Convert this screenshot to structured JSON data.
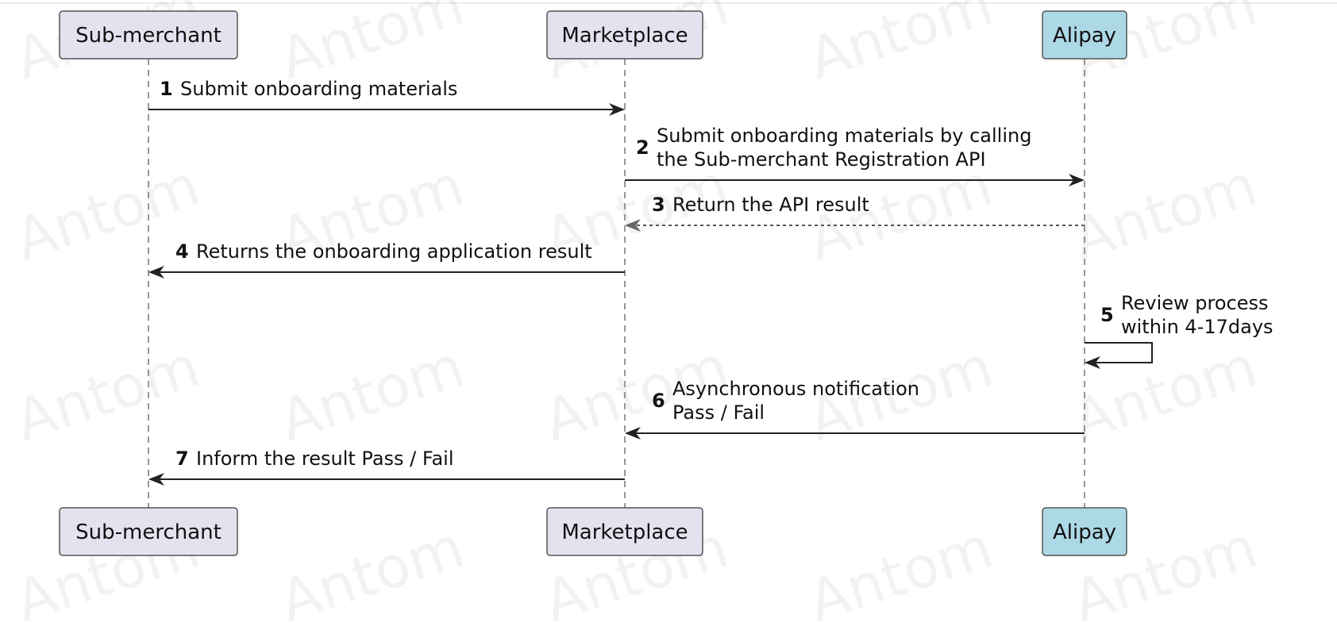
{
  "participants": [
    {
      "id": "sub",
      "label": "Sub-merchant",
      "fill": "#e3e3f0"
    },
    {
      "id": "mkt",
      "label": "Marketplace",
      "fill": "#e3e3f0"
    },
    {
      "id": "ali",
      "label": "Alipay",
      "fill": "#add8e6"
    }
  ],
  "messages": [
    {
      "num": "1",
      "from": "sub",
      "to": "mkt",
      "style": "solid",
      "lines": [
        "Submit onboarding materials"
      ]
    },
    {
      "num": "2",
      "from": "mkt",
      "to": "ali",
      "style": "solid",
      "lines": [
        "Submit onboarding materials by calling",
        " the Sub-merchant Registration API"
      ]
    },
    {
      "num": "3",
      "from": "ali",
      "to": "mkt",
      "style": "dashed",
      "lines": [
        "Return the API result"
      ]
    },
    {
      "num": "4",
      "from": "mkt",
      "to": "sub",
      "style": "solid",
      "lines": [
        "Returns the onboarding application result"
      ]
    },
    {
      "num": "5",
      "from": "ali",
      "to": "ali",
      "style": "self",
      "lines": [
        "Review process",
        "within 4-17days"
      ]
    },
    {
      "num": "6",
      "from": "ali",
      "to": "mkt",
      "style": "solid",
      "lines": [
        "Asynchronous notification",
        "Pass / Fail"
      ]
    },
    {
      "num": "7",
      "from": "mkt",
      "to": "sub",
      "style": "solid",
      "lines": [
        "Inform the result Pass / Fail"
      ]
    }
  ],
  "watermark": "Antom",
  "colors": {
    "line": "#222222",
    "lifeline": "#777777",
    "box_border": "#555555",
    "watermark": "#e8e8e8"
  }
}
